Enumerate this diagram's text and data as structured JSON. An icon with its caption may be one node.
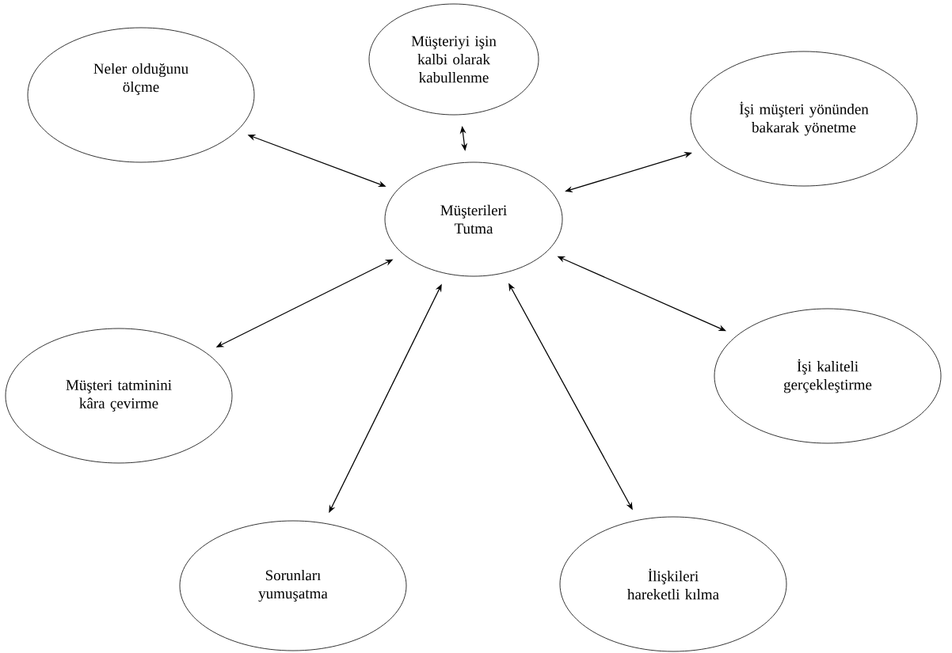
{
  "diagram": {
    "nodes": [
      {
        "text": [
          "Müşteriyi işin kalbi olarak kabullenme"
        ]
      },
      {
        "text": [
          "Neler olduğunu ölçme"
        ]
      },
      {
        "text": [
          "İşi müşteri yönünden bakarak yönetme"
        ]
      },
      {
        "text": [
          "Müşterileri Tutma"
        ]
      },
      {
        "text": [
          "İşi kaliteli gerçekleştirme"
        ]
      },
      {
        "text": [
          "Müşteri tatminini kâra çevirme"
        ]
      },
      {
        "text": [
          "Sorunları yumuşatma"
        ]
      },
      {
        "text": [
          "İlişkileri hareketli kılma"
        ]
      }
    ],
    "edges": [
      {
        "from": 3,
        "to": 0,
        "arrow": "both"
      },
      {
        "from": 3,
        "to": 1,
        "arrow": "both"
      },
      {
        "from": 3,
        "to": 2,
        "arrow": "both"
      },
      {
        "from": 3,
        "to": 4,
        "arrow": "both"
      },
      {
        "from": 3,
        "to": 5,
        "arrow": "both"
      },
      {
        "from": 3,
        "to": 6,
        "arrow": "both"
      },
      {
        "from": 3,
        "to": 7,
        "arrow": "both"
      }
    ]
  }
}
